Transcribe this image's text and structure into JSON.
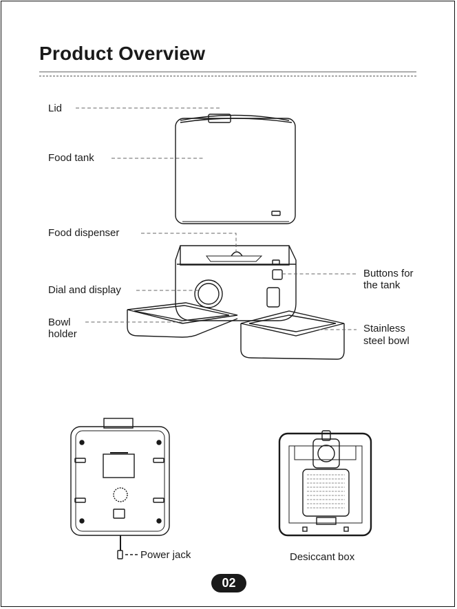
{
  "page": {
    "title": "Product Overview",
    "page_number": "02"
  },
  "labels": {
    "lid": "Lid",
    "food_tank": "Food tank",
    "food_dispenser": "Food dispenser",
    "dial_display": "Dial and display",
    "bowl_holder_line1": "Bowl",
    "bowl_holder_line2": "holder",
    "buttons_tank_line1": "Buttons for",
    "buttons_tank_line2": "the tank",
    "stainless_line1": "Stainless",
    "stainless_line2": "steel bowl",
    "power_jack": "Power jack",
    "desiccant_box": "Desiccant box"
  },
  "colors": {
    "ink": "#1a1a1a",
    "line": "#555555",
    "background": "#ffffff"
  }
}
